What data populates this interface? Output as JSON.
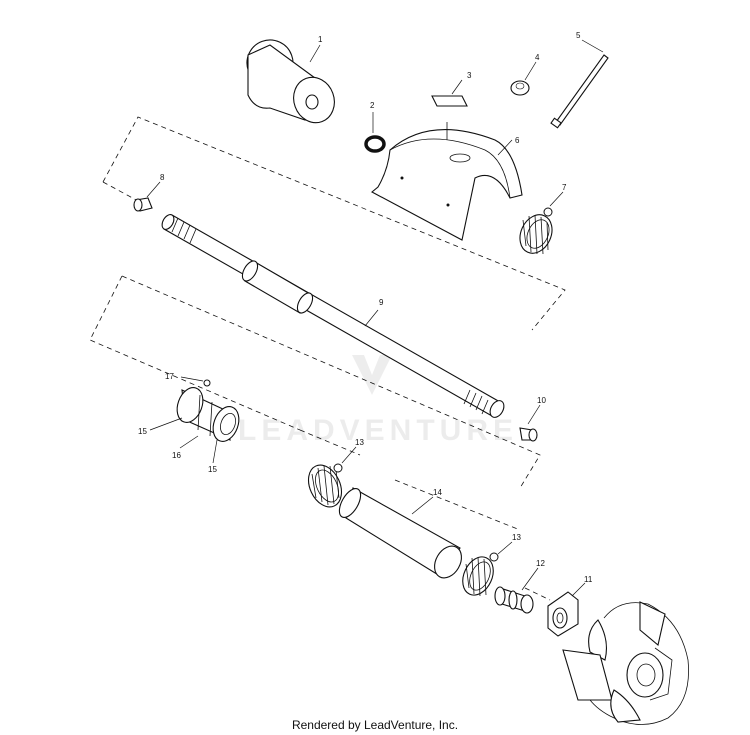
{
  "footer": {
    "text": "Rendered by LeadVenture, Inc."
  },
  "watermark": {
    "text": "LEADVENTURE"
  },
  "callouts": {
    "c1": "1",
    "c2": "2",
    "c3": "3",
    "c4": "4",
    "c5": "5",
    "c6": "6",
    "c7": "7",
    "c8": "8",
    "c9": "9",
    "c10": "10",
    "c11": "11",
    "c12": "12",
    "c13a": "13",
    "c13b": "13",
    "c14": "14",
    "c15a": "15",
    "c15b": "15",
    "c16": "16",
    "c17": "17"
  }
}
